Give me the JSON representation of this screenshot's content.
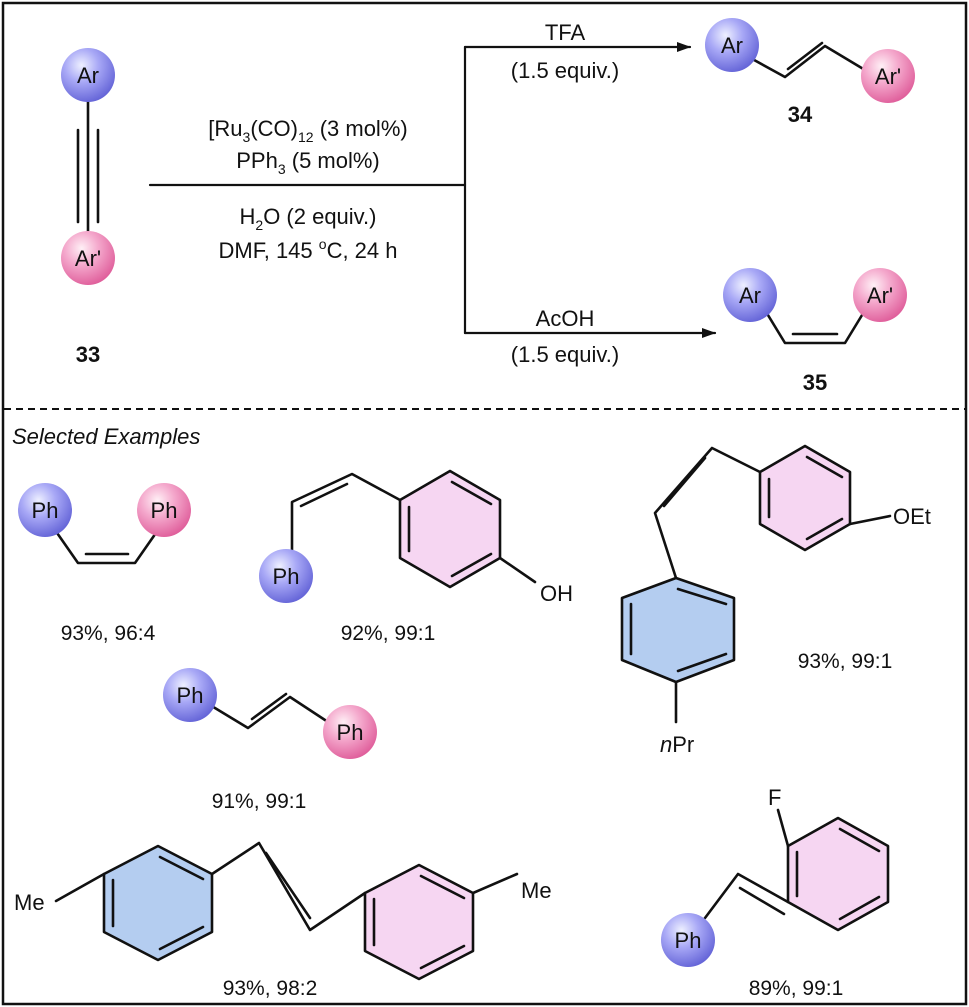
{
  "reaction": {
    "reagents_line1_main": "[Ru",
    "reagents_line1_sub1": "3",
    "reagents_line1_mid": "(CO)",
    "reagents_line1_sub2": "12",
    "reagents_line1_end": " (3 mol%)",
    "reagents_line2_main": "PPh",
    "reagents_line2_sub": "3",
    "reagents_line2_end": " (5 mol%)",
    "reagents_line3_main": "H",
    "reagents_line3_sub": "2",
    "reagents_line3_end": "O (2 equiv.)",
    "reagents_line4_main": "DMF, 145 ",
    "reagents_line4_sup": "o",
    "reagents_line4_end": "C, 24 h",
    "upper_acid": "TFA",
    "upper_equiv": "(1.5 equiv.)",
    "lower_acid": "AcOH",
    "lower_equiv": "(1.5 equiv.)"
  },
  "compounds": {
    "start_number": "33",
    "trans_number": "34",
    "cis_number": "35",
    "ar": "Ar",
    "ar_prime": "Ar'"
  },
  "examples": {
    "section_title": "Selected Examples",
    "ph": "Ph",
    "oh": "OH",
    "oet": "OEt",
    "n_italic": "n",
    "pr": "Pr",
    "me": "Me",
    "f": "F",
    "yield_1": "93%, 96:4",
    "yield_2": "92%, 99:1",
    "yield_3": "93%, 99:1",
    "yield_4": "91%, 99:1",
    "yield_5": "93%, 98:2",
    "yield_6": "89%, 99:1"
  },
  "colors": {
    "ar_ball": "#8a8af0",
    "ar_prime_ball": "#f28fbf",
    "blue_ring": "#b4cdf0",
    "pink_ring": "#f6d6f2",
    "frame": "#111111"
  }
}
